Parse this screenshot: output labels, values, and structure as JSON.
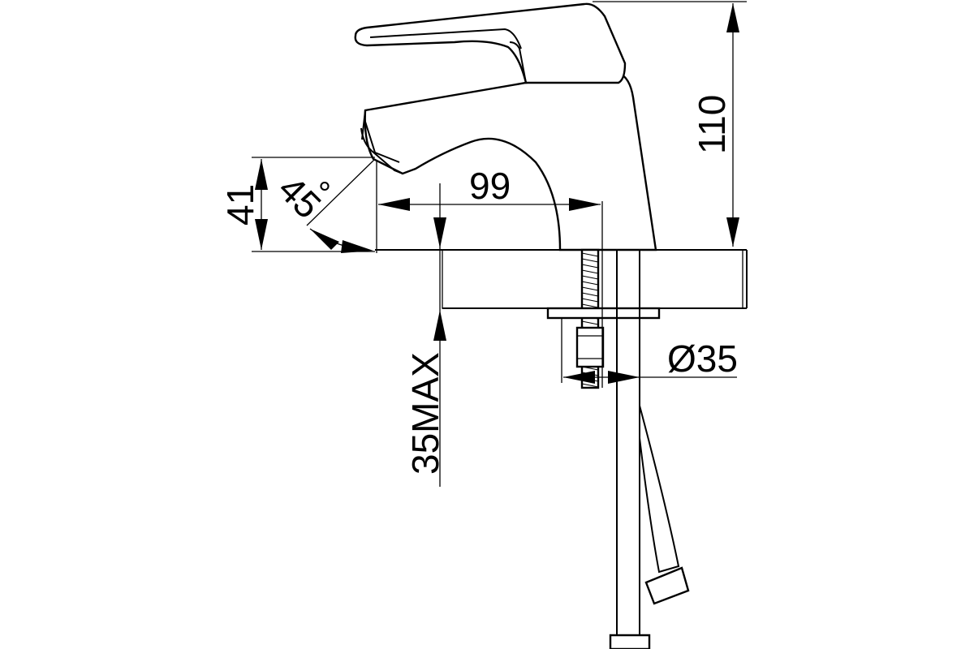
{
  "drawing": {
    "colors": {
      "line": "#000000",
      "background": "#ffffff"
    },
    "dimensions": {
      "height_total": "110",
      "spout_reach": "99",
      "spout_height": "41",
      "spout_angle": "45",
      "spout_angle_unit": "°",
      "deck_thickness": "35MAX",
      "mount_diameter": "Ø35"
    }
  }
}
